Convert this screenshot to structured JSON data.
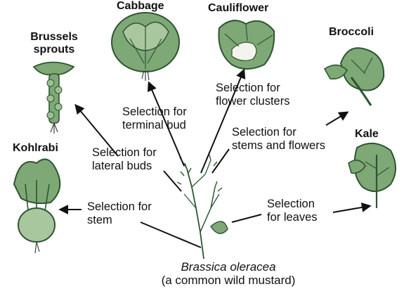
{
  "plants": {
    "cabbage": "Cabbage",
    "cauliflower": "Cauliflower",
    "brussels_sprouts": [
      "Brussels",
      "sprouts"
    ],
    "broccoli": "Broccoli",
    "kale": "Kale",
    "kohlrabi": "Kohlrabi"
  },
  "selections": {
    "terminal_bud": [
      "Selection for",
      "terminal bud"
    ],
    "flower_clusters": [
      "Selection for",
      "flower clusters"
    ],
    "lateral_buds": [
      "Selection for",
      "lateral buds"
    ],
    "stems_and_flowers": [
      "Selection for",
      "stems and flowers"
    ],
    "stem": [
      "Selection for",
      "stem"
    ],
    "leaves": [
      "Selection",
      "for leaves"
    ]
  },
  "caption": {
    "species": "Brassica oleracea",
    "common_name": "(a common wild mustard)"
  },
  "colors": {
    "plant_green": "#7fa877",
    "plant_dark": "#2e5530",
    "arrow": "#111111"
  }
}
